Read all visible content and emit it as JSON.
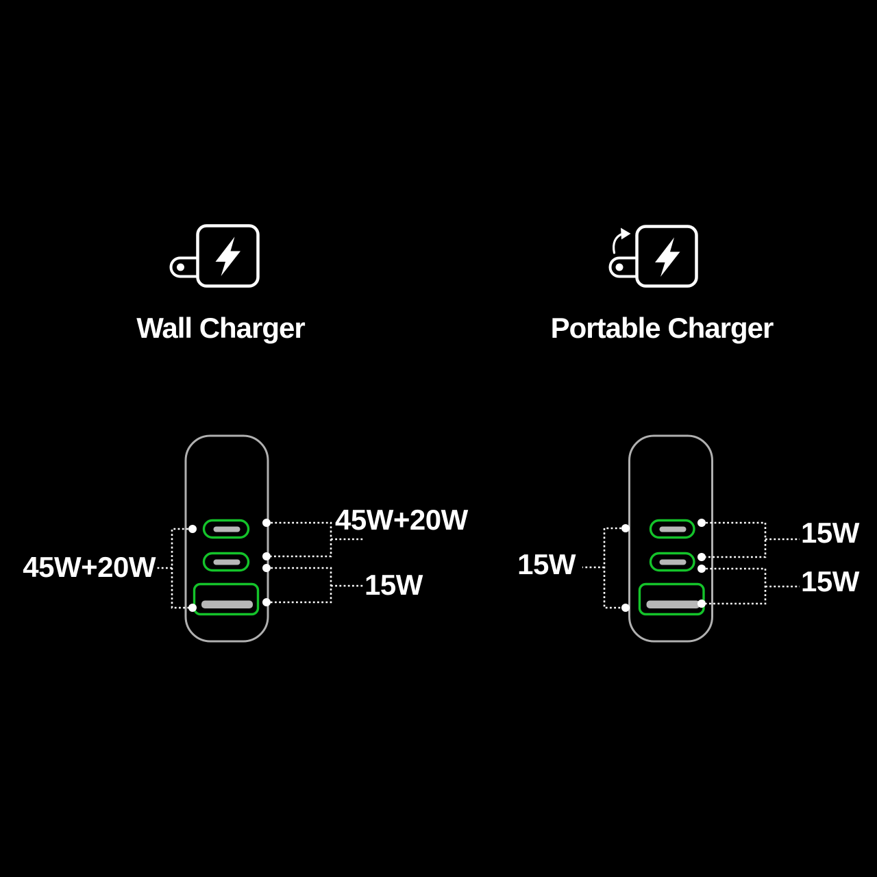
{
  "page": {
    "background": "#000000"
  },
  "colors": {
    "accent_green": "#14c32a",
    "device_outline_gray": "#b0b0b0",
    "port_inner_gray": "#b8b8b8",
    "callout_line_white": "#ffffff",
    "icon_white": "#ffffff",
    "text_white": "#ffffff"
  },
  "wall_section": {
    "title": "Wall Charger",
    "icon": "wall-charger-lightning-icon",
    "left_callout": "45W+20W",
    "right_callout_top": "45W+20W",
    "right_callout_bottom": "15W",
    "ports": [
      "usb-c",
      "usb-c",
      "usb-a"
    ]
  },
  "portable_section": {
    "title": "Portable Charger",
    "icon": "portable-charger-lightning-fold-arrow-icon",
    "left_callout": "15W",
    "right_callout_top": "15W",
    "right_callout_bottom": "15W",
    "ports": [
      "usb-c",
      "usb-c",
      "usb-a"
    ]
  }
}
